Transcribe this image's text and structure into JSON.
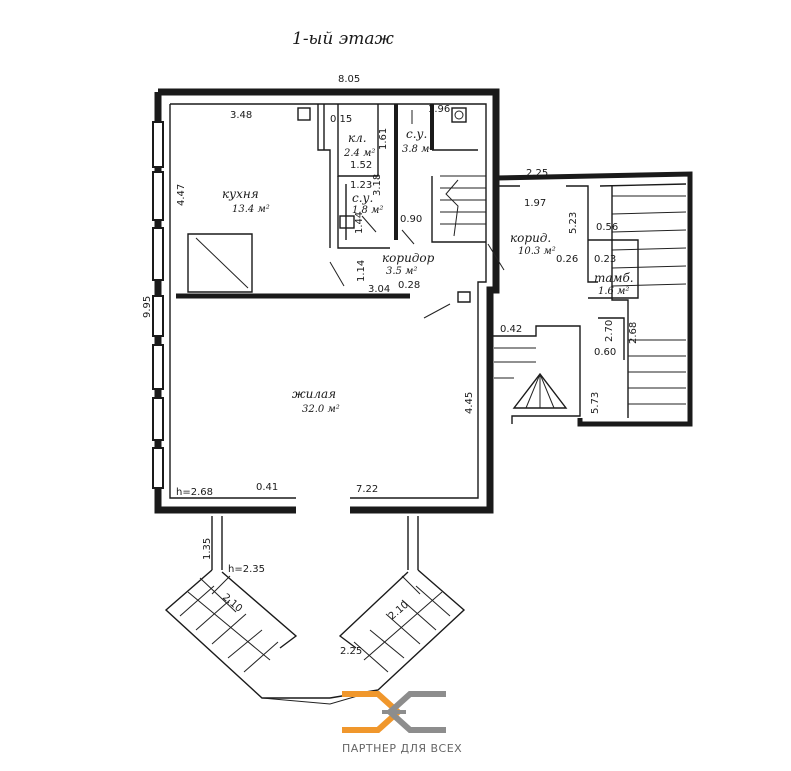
{
  "title": "1-ый этаж",
  "colors": {
    "logo_orange": "#f0972c",
    "logo_gray": "#8d8d8d",
    "line": "#1a1a1a"
  },
  "rooms": {
    "kitchen": {
      "name": "кухня",
      "area": "13.4 м²"
    },
    "pantry": {
      "name": "кл.",
      "area": "2.4 м²"
    },
    "wc1": {
      "name": "с.у.",
      "area": "3.8 м²"
    },
    "wc2": {
      "name": "с.у.",
      "area": "1.8 м²"
    },
    "corridor": {
      "name": "коридор",
      "area": "3.5 м²"
    },
    "corridor2": {
      "name": "корид.",
      "area": "10.3 м²"
    },
    "vestibule": {
      "name": "тамб.",
      "area": "1.6 м²"
    },
    "living": {
      "name": "жилая",
      "area": "32.0 м²"
    }
  },
  "dimensions": {
    "total_width": "8.05",
    "kitchen_width": "3.48",
    "d_015": "0.15",
    "d_196": "1.96",
    "d_161": "1.61",
    "d_152": "1.52",
    "d_123": "1.23",
    "d_318": "3.18",
    "d_144": "1.44",
    "d_090": "0.90",
    "d_114": "1.14",
    "d_304": "3.04",
    "d_028": "0.28",
    "kitchen_depth": "4.47",
    "total_height": "9.95",
    "d_225_top": "2.25",
    "d_197": "1.97",
    "d_523": "5.23",
    "d_056": "0.56",
    "d_026": "0.26",
    "d_023": "0.23",
    "d_042": "0.42",
    "d_270": "2.70",
    "d_268_right": "2.68",
    "d_060": "0.60",
    "d_573": "5.73",
    "living_depth": "4.45",
    "height_268": "h=2.68",
    "d_041": "0.41",
    "living_width": "7.22",
    "d_135": "1.35",
    "height_235": "h=2.35",
    "stair_left": "2.10",
    "stair_right": "2.10",
    "d_225_bottom": "2.25"
  },
  "logo": {
    "icon": "partner-logo-icon",
    "text": "ПАРТНЕР ДЛЯ ВСЕХ"
  }
}
